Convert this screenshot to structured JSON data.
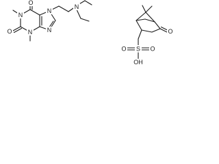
{
  "figure": {
    "background": "#ffffff",
    "ink": "#1a1a1a"
  },
  "xanthine": {
    "atoms": {
      "carbonyl_top": "O",
      "carbonyl_left": "O",
      "n1": "N",
      "n3": "N",
      "n7": "N",
      "n9": "N",
      "amine": "N"
    }
  },
  "camphor": {
    "atoms": {
      "ketone": "O",
      "sulfonate": "SO₃H",
      "sulfur_s": "S",
      "sulfonyl_o_left": "O",
      "sulfonyl_o_right": "O",
      "hydroxyl": "OH"
    }
  }
}
